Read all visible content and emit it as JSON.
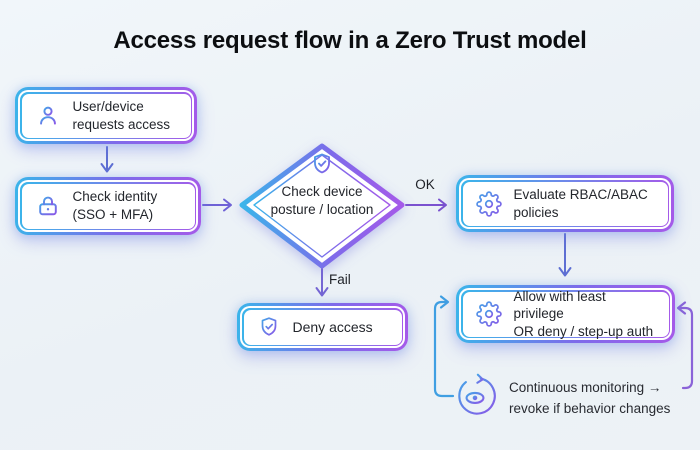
{
  "title": "Access request flow in a Zero Trust model",
  "nodes": {
    "user": {
      "line1": "User/device",
      "line2": "requests access",
      "icon": "user-icon"
    },
    "identity": {
      "line1": "Check identity",
      "line2": "(SSO + MFA)",
      "icon": "lock-icon"
    },
    "posture": {
      "line1": "Check device",
      "line2": "posture / location",
      "icon": "shield-check-icon"
    },
    "evaluate": {
      "line1": "Evaluate RBAC/ABAC",
      "line2": "policies",
      "icon": "gear-icon"
    },
    "allow": {
      "line1": "Allow with least privilege",
      "line2": "OR deny / step-up auth",
      "icon": "gear-icon"
    },
    "deny": {
      "label": "Deny access",
      "icon": "shield-check-icon"
    },
    "monitoring": {
      "line1": "Continuous monitoring →",
      "line2": "revoke if behavior changes",
      "icon": "eye-loop-icon"
    }
  },
  "edges": {
    "ok_label": "OK",
    "fail_label": "Fail"
  },
  "colors": {
    "background": "#edf2f6",
    "border_gradient_start": "#3ab5ea",
    "border_gradient_end": "#a55ae9",
    "arrow": "#5e6fd3",
    "ok_arrow": "#7b52cf",
    "fail_arrow": "#7566d4",
    "loop_left": "#3f9fe2",
    "loop_right": "#8a63d8",
    "text": "#23262c",
    "title_text": "#0c0e11"
  }
}
